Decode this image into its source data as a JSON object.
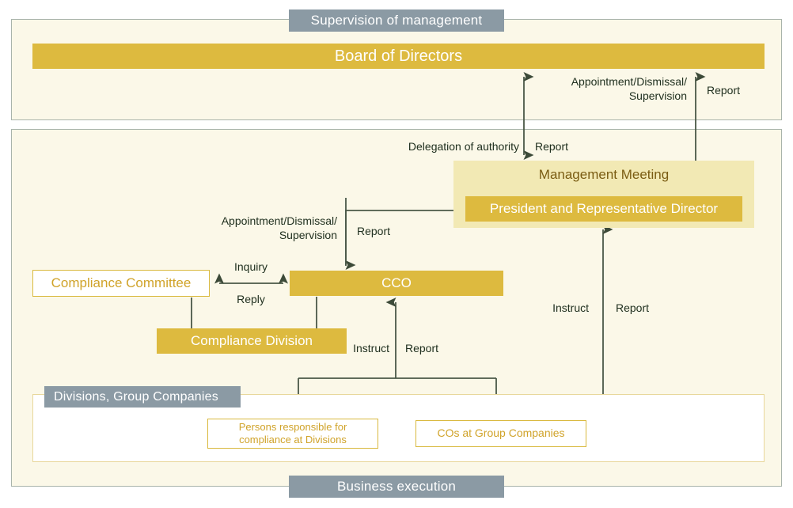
{
  "diagram": {
    "title": "Compliance / corporate governance structure",
    "colors": {
      "panel_fill": "#fbf8e8",
      "panel_border": "#a9b4ab",
      "banner": "#8b9aa4",
      "gold_bar": "#ddba3f",
      "group_box": "#f2e9b4",
      "outline_border": "#d9b93f",
      "outline_text": "#d0a32a",
      "arrow": "#3c4a38",
      "group_label_text": "#7a5c12"
    }
  },
  "panels": {
    "supervision": {
      "banner": "Supervision of management"
    },
    "business": {
      "banner": "Business execution"
    },
    "divisions": {
      "banner": "Divisions, Group Companies"
    }
  },
  "nodes": {
    "board": "Board of Directors",
    "management_meeting": "Management Meeting",
    "president": "President and Representative Director",
    "cco": "CCO",
    "compliance_committee": "Compliance Committee",
    "compliance_division": "Compliance Division",
    "persons_responsible": "Persons responsible for\ncompliance at Divisions",
    "cos_group": "COs at Group Companies"
  },
  "edge_labels": {
    "delegation_of_authority": "Delegation of authority",
    "report_to_board_center": "Report",
    "appointment_dismissal_supervision_board": "Appointment/Dismissal/\nSupervision",
    "report_to_board_right": "Report",
    "appointment_dismissal_supervision_cco": "Appointment/Dismissal/\nSupervision",
    "report_cco_to_president": "Report",
    "inquiry": "Inquiry",
    "reply": "Reply",
    "instruct_president": "Instruct",
    "report_president": "Report",
    "instruct_cco": "Instruct",
    "report_cco": "Report"
  }
}
